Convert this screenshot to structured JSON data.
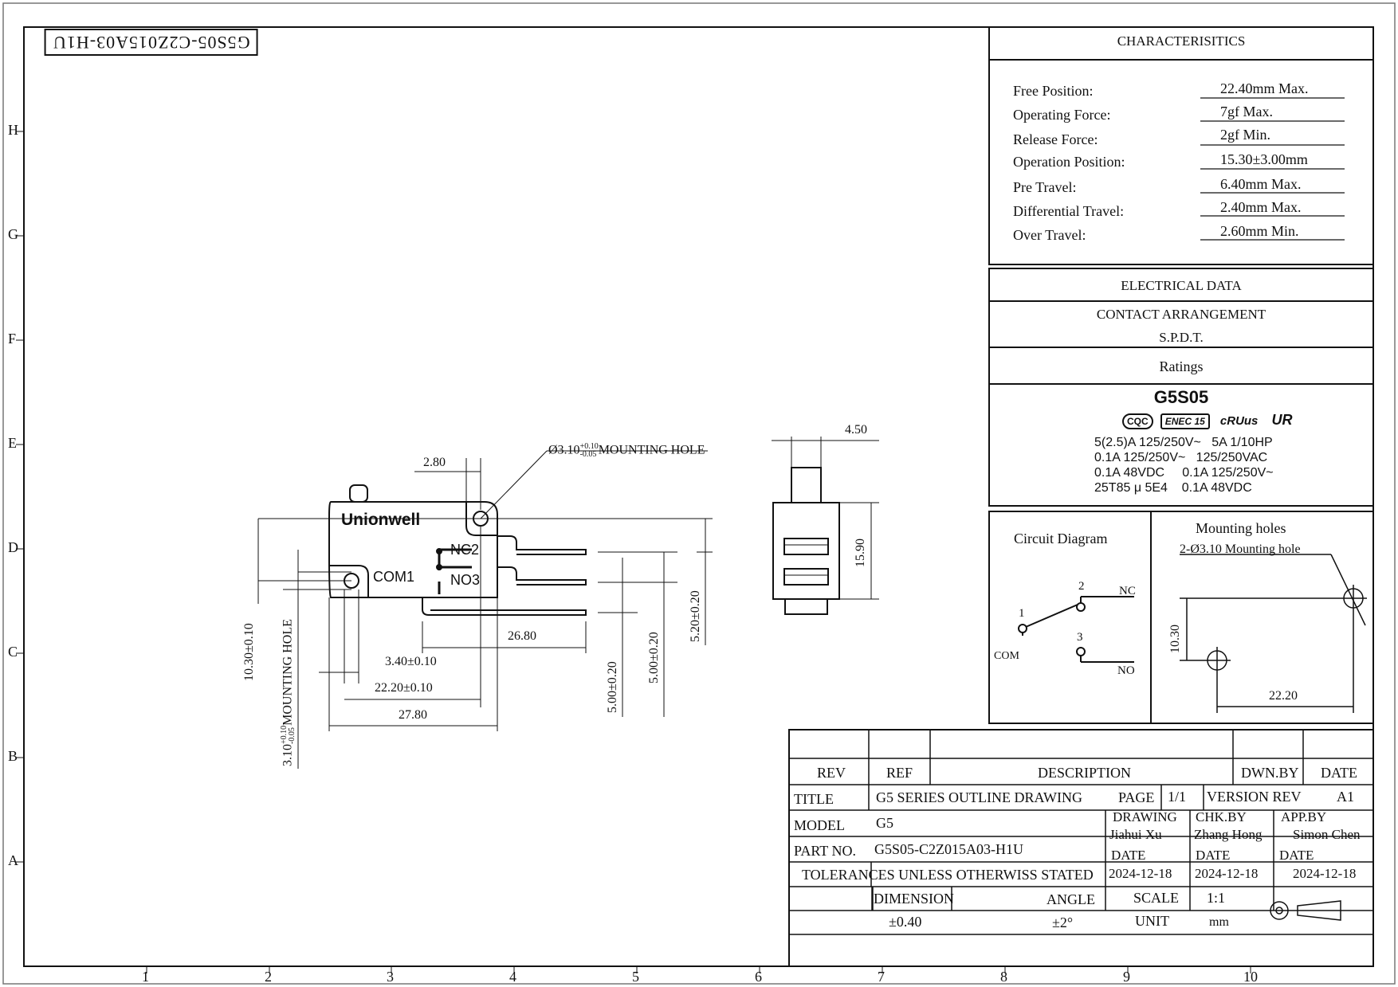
{
  "drawing_code_reversed": "G5S05-C2Z015A03-H1U",
  "grid": {
    "rows": [
      "H",
      "G",
      "F",
      "E",
      "D",
      "C",
      "B",
      "A"
    ],
    "cols": [
      "1",
      "2",
      "3",
      "4",
      "5",
      "6",
      "7",
      "8",
      "9",
      "10"
    ]
  },
  "characteristics": {
    "header": "CHARACTERISITICS",
    "rows": [
      {
        "label": "Free Position:",
        "value": "22.40mm Max."
      },
      {
        "label": "Operating Force:",
        "value": "7gf Max."
      },
      {
        "label": "Release Force:",
        "value": "2gf Min."
      },
      {
        "label": "Operation Position:",
        "value": "15.30±3.00mm"
      },
      {
        "label": "Pre Travel:",
        "value": "6.40mm Max."
      },
      {
        "label": "Differential Travel:",
        "value": "2.40mm Max."
      },
      {
        "label": "Over Travel:",
        "value": "2.60mm Min."
      }
    ]
  },
  "electrical": {
    "header": "ELECTRICAL DATA",
    "contact_header": "CONTACT ARRANGEMENT",
    "contact_value": "S.P.D.T.",
    "ratings_header": "Ratings",
    "model": "G5S05",
    "certs": [
      "CQC",
      "ENEC 15",
      "cRUus",
      "UR"
    ],
    "rating_lines": [
      "5(2.5)A 125/250V~   5A 1/10HP",
      "0.1A 125/250V~   125/250VAC",
      "0.1A 48VDC     0.1A 125/250V~",
      "25T85 μ 5E4    0.1A 48VDC"
    ]
  },
  "circuit": {
    "title": "Circuit Diagram",
    "pin1": "1",
    "pin2": "2",
    "pin3": "3",
    "com": "COM",
    "nc": "NC",
    "no": "NO"
  },
  "mounting": {
    "title": "Mounting holes",
    "note": "2-Ø3.10 Mounting hole",
    "dim_v": "10.30",
    "dim_h": "22.20"
  },
  "front_view": {
    "brand": "Unionwell",
    "nc": "NC2",
    "no": "NO3",
    "com": "COM1",
    "dims": {
      "d280": "2.80",
      "hole_note_prefix": "Ø3.10",
      "hole_tol_up": "+0.10",
      "hole_tol_dn": "-0.05",
      "hole_note_suffix": "MOUNTING HOLE",
      "d2680": "26.80",
      "d340": "3.40±0.10",
      "d2220": "22.20±0.10",
      "d2780": "27.80",
      "d1030": "10.30±0.10",
      "side_hole_prefix": "3.10",
      "side_hole_suffix": "MOUNTING HOLE",
      "d500a": "5.00±0.20",
      "d500b": "5.00±0.20",
      "d520": "5.20±0.20"
    }
  },
  "side_view": {
    "d450": "4.50",
    "d1590": "15.90"
  },
  "title_block": {
    "rev": "REV",
    "ref": "REF",
    "description": "DESCRIPTION",
    "dwn_by": "DWN.BY",
    "date": "DATE",
    "title_label": "TITLE",
    "title_value": "G5 SERIES OUTLINE DRAWING",
    "page_label": "PAGE",
    "page_value": "1/1",
    "version_label": "VERSION REV",
    "version_value": "A1",
    "model_label": "MODEL",
    "model_value": "G5",
    "drawing_label": "DRAWING",
    "drawing_by": "Jiahui Xu",
    "chk_label": "CHK.BY",
    "chk_by": "Zhang Hong",
    "app_label": "APP.BY",
    "app_by": "Simon Chen",
    "part_label": "PART NO.",
    "part_value": "G5S05-C2Z015A03-H1U",
    "date_label": "DATE",
    "date1": "2024-12-18",
    "date2": "2024-12-18",
    "date3": "2024-12-18",
    "tolerance_note": "TOLERANCES UNLESS OTHERWISS STATED",
    "dimension_label": "DIMENSION",
    "dimension_value": "±0.40",
    "angle_label": "ANGLE",
    "angle_value": "±2°",
    "scale_label": "SCALE",
    "scale_value": "1:1",
    "unit_label": "UNIT",
    "unit_value": "mm"
  }
}
